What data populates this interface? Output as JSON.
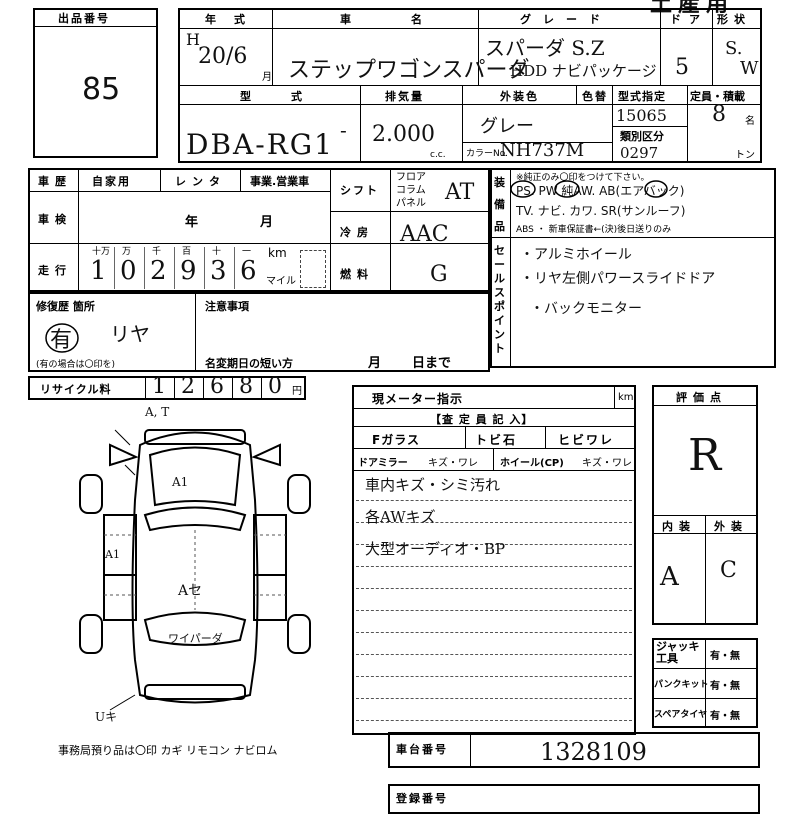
{
  "header": {
    "top_right": "土産用"
  },
  "lot": {
    "label": "出品番号",
    "value": "85"
  },
  "vehicle": {
    "year_label": "年式",
    "year_era": "H",
    "year_value": "20/6",
    "month_suffix": "月",
    "name_label": "車名",
    "name_value": "ステップワゴンスパーダ",
    "grade_label": "グレード",
    "grade_line1": "スパーダ S.Z",
    "grade_line2": "HDD ナビパッケージ",
    "doors_label": "ドア",
    "doors_value": "5",
    "shape_label": "形状",
    "shape_value_1": "S.",
    "shape_value_2": "W",
    "model_label": "型式",
    "model_value": "DBA-RG1",
    "displacement_label": "排気量",
    "displacement_value": "2.000",
    "displacement_unit": "c.c.",
    "exterior_label": "外装色",
    "exterior_value": "グレー",
    "color_label": "色替",
    "color_no_label": "カラーNo.",
    "color_no_value": "NH737M",
    "type_spec_label": "型式指定",
    "type_spec_value": "15065",
    "class_label": "類別区分",
    "class_value": "0297",
    "capacity_label": "定員・積載",
    "capacity_value": "8",
    "capacity_unit": "名",
    "load_unit": "トン"
  },
  "history": {
    "label": "車歴",
    "opt1": "自家用",
    "opt2": "レンタ",
    "opt3": "事業.営業車",
    "inspection_label": "車検",
    "inspection_year": "年",
    "inspection_month": "月"
  },
  "mileage": {
    "label": "走行",
    "units": [
      "十万",
      "万",
      "千",
      "百",
      "十",
      "一"
    ],
    "digits": [
      "1",
      "0",
      "2",
      "9",
      "3",
      "6"
    ],
    "unit_km": "km",
    "unit_mile": "マイル"
  },
  "shift": {
    "label": "シフト",
    "opt1": "フロア",
    "opt2": "コラム",
    "opt3": "パネル",
    "value": "AT"
  },
  "aircon": {
    "label": "冷房",
    "value": "AAC"
  },
  "fuel": {
    "label": "燃料",
    "value": "G"
  },
  "equipment": {
    "label": "装備品",
    "note": "※純正のみ〇印をつけて下さい。",
    "row1": "PS. PW 純AW. AB(エアバック)",
    "row2": "TV. ナビ. カワ. SR(サンルーフ)",
    "row3": "ABS ・ 新車保証書←(決)後日送りのみ"
  },
  "sales_point": {
    "label": "セールスポイント",
    "items": [
      "・アルミホイール",
      "・リヤ左側パワースライドドア",
      "・バックモニター"
    ]
  },
  "repair": {
    "label": "修復歴 箇所",
    "value_1": "有",
    "value_2": "リヤ",
    "hint": "(有の場合は〇印を)"
  },
  "notes": {
    "label": "注意事項",
    "deadline_label": "名変期日の短い方",
    "month": "月",
    "day": "日まで"
  },
  "recycle": {
    "label": "リサイクル料",
    "digits": [
      "1",
      "2",
      "6",
      "8",
      "0"
    ],
    "unit": "円"
  },
  "meter": {
    "label": "現メーター指示",
    "unit": "km",
    "inspector_label": "【査 定 員 記 入】",
    "glass_label": "Fガラス",
    "stone_label": "トビ石",
    "crack_label": "ヒビワレ",
    "mirror_label": "ドアミラー",
    "mirror_opts": "キズ・ワレ",
    "wheel_label": "ホイール(CP)",
    "wheel_opts": "キズ・ワレ",
    "notes": [
      "車内キズ・シミ汚れ",
      "各AWキズ",
      "大型オーディオ・BP"
    ]
  },
  "diagram": {
    "labels": {
      "top": "A, T",
      "a1": "A1",
      "a1_left": "A1",
      "center": "Aセ",
      "wiper": "ワイパーダ",
      "bottom": "Uキ"
    },
    "footer": "事務局預り品は〇印 カギ リモコン ナビロム"
  },
  "grade": {
    "label": "評価点",
    "value": "R",
    "interior_label": "内装",
    "exterior_label": "外装",
    "interior_value": "A",
    "exterior_value": "C"
  },
  "extras": [
    {
      "label": "ジャッキ工具",
      "opts": "有・無"
    },
    {
      "label": "パンクキット",
      "opts": "有・無"
    },
    {
      "label": "スペアタイヤ",
      "opts": "有・無"
    }
  ],
  "chassis": {
    "label": "車台番号",
    "value": "1328109"
  },
  "footer_box": {
    "label": "登録番号"
  }
}
